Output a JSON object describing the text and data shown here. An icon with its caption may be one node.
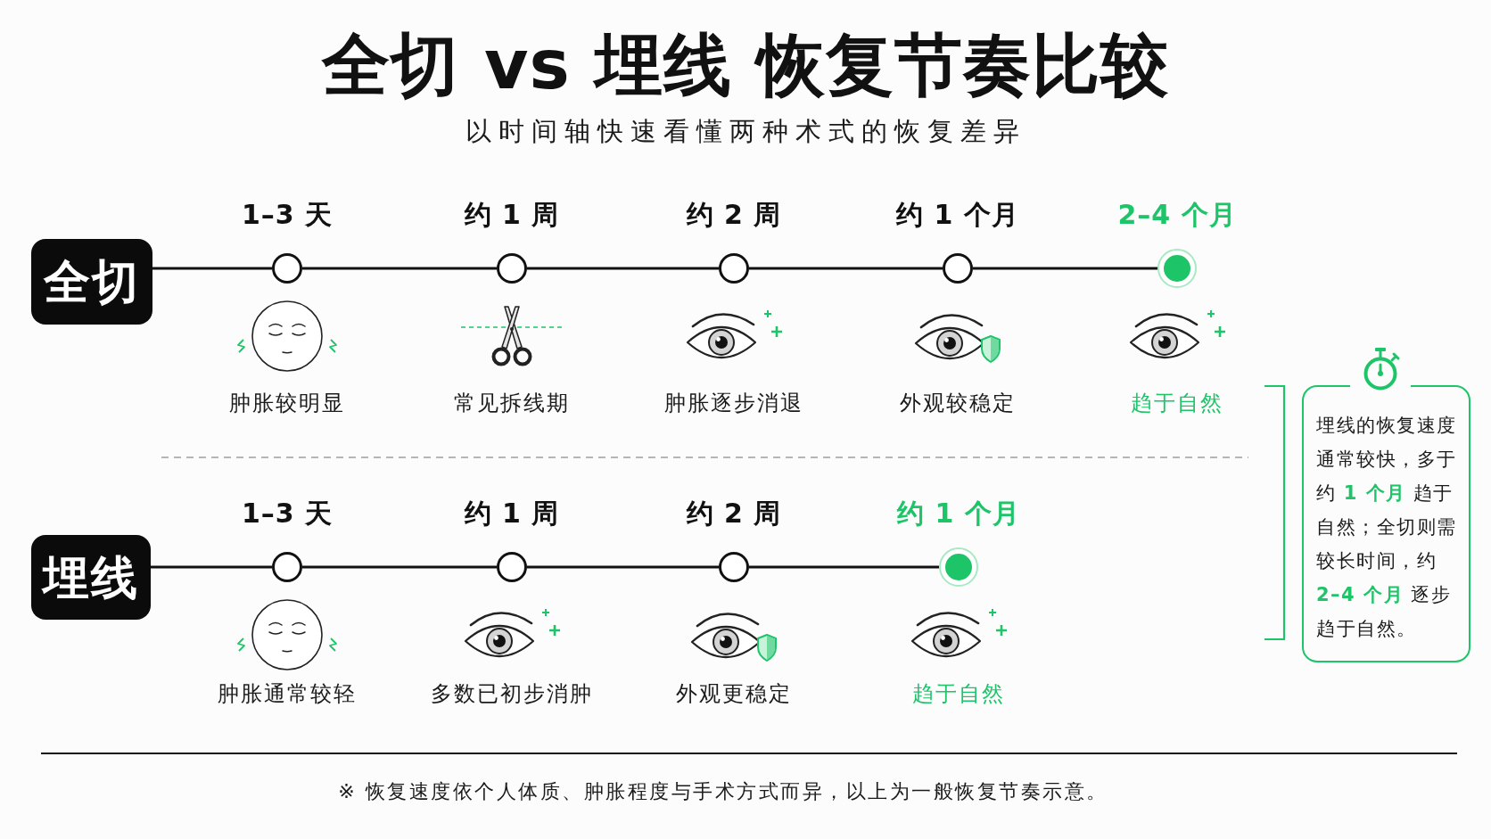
{
  "diagram": {
    "title": "全切 vs 埋线 恢复节奏比较",
    "nodes": [
      {
        "text": [
          "全切"
        ]
      },
      {
        "text": [],
        "shape": "circle",
        "beside": [
          "1–3 天"
        ]
      },
      {
        "text": [],
        "shape": "circle",
        "beside": [
          "约 1 周"
        ]
      },
      {
        "text": [],
        "shape": "circle",
        "beside": [
          "约 2 周"
        ]
      },
      {
        "text": [],
        "shape": "circle",
        "beside": [
          "约 1 个月"
        ]
      },
      {
        "text": [],
        "shape": "circle",
        "beside": [
          "2–4 个月"
        ]
      },
      {
        "text": [
          "埋线"
        ]
      },
      {
        "text": [],
        "shape": "circle",
        "beside": [
          "1–3 天"
        ]
      },
      {
        "text": [],
        "shape": "circle",
        "beside": [
          "约 1 周"
        ]
      },
      {
        "text": [],
        "shape": "circle",
        "beside": [
          "约 2 周"
        ]
      },
      {
        "text": [],
        "shape": "circle",
        "beside": [
          "约 1 个月"
        ]
      },
      {
        "text": [
          "埋线的恢复速度通常较快，多于约 **1 个月** 趋于自然；全切则需较长时间，约 **2–4 个月** 逐步趋于自然。"
        ]
      }
    ],
    "edges": [
      {
        "from": 0,
        "to": 1,
        "arrow": "none"
      },
      {
        "from": 1,
        "to": 2,
        "arrow": "none"
      },
      {
        "from": 2,
        "to": 3,
        "arrow": "none"
      },
      {
        "from": 3,
        "to": 4,
        "arrow": "none"
      },
      {
        "from": 4,
        "to": 5,
        "arrow": "none"
      },
      {
        "from": 6,
        "to": 7,
        "arrow": "none"
      },
      {
        "from": 7,
        "to": 8,
        "arrow": "none"
      },
      {
        "from": 8,
        "to": 9,
        "arrow": "none"
      },
      {
        "from": 9,
        "to": 10,
        "arrow": "none"
      }
    ],
    "labels": [
      "以时间轴快速看懂两种术式的恢复差异",
      "肿胀较明显",
      "常见拆线期",
      "肿胀逐步消退",
      "外观较稳定",
      "趋于自然",
      "肿胀通常较轻",
      "多数已初步消肿",
      "外观更稳定",
      "趋于自然"
    ],
    "caption": "※ 恢复速度依个人体质、肿胀程度与手术方式而异，以上为一般恢复节奏示意。"
  }
}
